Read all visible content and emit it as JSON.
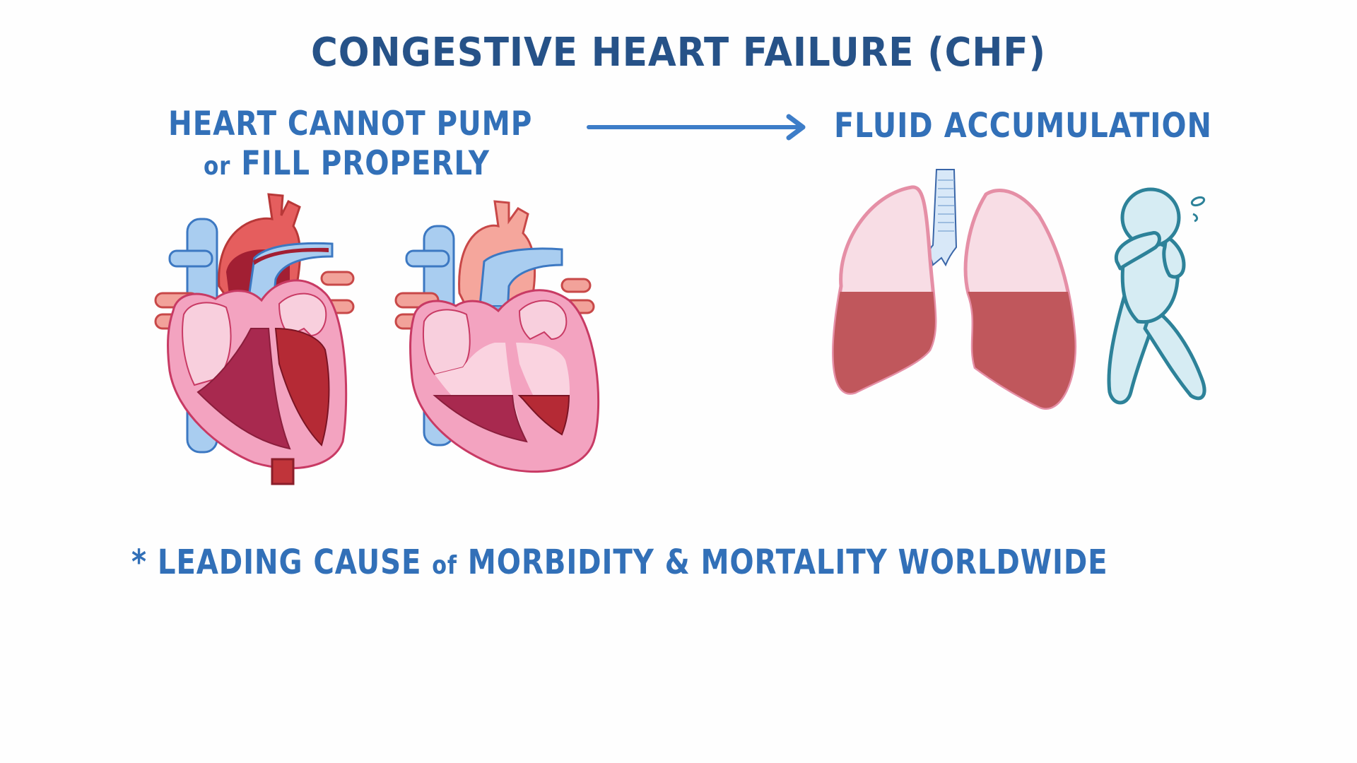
{
  "title": "CONGESTIVE HEART FAILURE (CHF)",
  "cause": {
    "line1": "HEART CANNOT PUMP",
    "line2_prefix": "or",
    "line2": "FILL PROPERLY"
  },
  "effect": "FLUID ACCUMULATION",
  "footer": {
    "bullet": "*",
    "part1": "LEADING CAUSE",
    "connector": "of",
    "part2": "MORBIDITY & MORTALITY WORLDWIDE"
  },
  "illustrations": [
    {
      "name": "heart-cannot-pump",
      "description": "heart with ventricles full of blood"
    },
    {
      "name": "heart-cannot-fill",
      "description": "heart with partially filled ventricles"
    },
    {
      "name": "lungs-with-fluid",
      "description": "lungs with fluid in the lower halves"
    },
    {
      "name": "person-coughing",
      "description": "short of breath figure"
    }
  ],
  "colors": {
    "title": "#265288",
    "text": "#3270b8",
    "arrow": "#3d7dc8",
    "heart_muscle": "#f3a3c0",
    "blood_dark": "#a8294f",
    "blood_red": "#b52a35",
    "vein": "#a9cdf0",
    "lung_fluid": "#c0575c",
    "lung_tissue": "#f8dde5",
    "figure": "#d6ecf3",
    "figure_outline": "#2d8299"
  }
}
